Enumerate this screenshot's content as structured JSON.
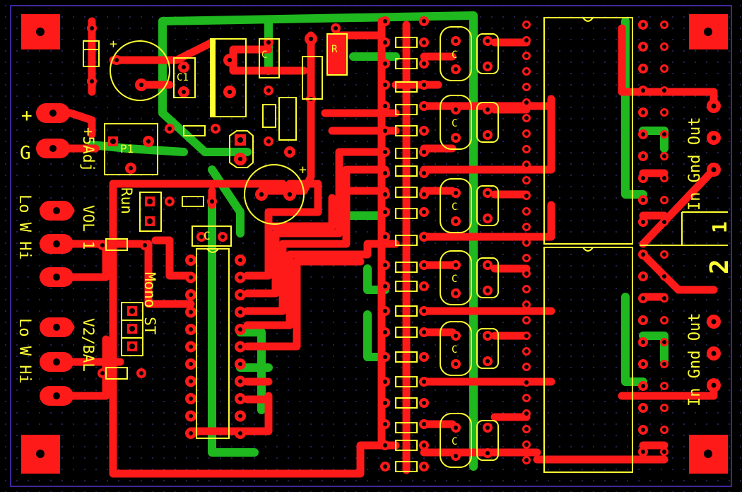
{
  "colors": {
    "background": "#000000",
    "top_copper": "#ff1a1a",
    "bottom_copper": "#1fb81f",
    "silkscreen": "#ffff33",
    "grid_dot": "#3a3a8a",
    "board_outline": "#5533cc"
  },
  "labels": {
    "plus": "+",
    "ground": "G",
    "lo_w_hi_1": "Lo W Hi",
    "lo_w_hi_2": "Lo W Hi",
    "plus5adj": "+5Adj",
    "vol1": "VOL 1",
    "run": "Run",
    "mono_st": "Mono ST",
    "v2bal": "V2/BAL",
    "p1": "P1",
    "c1": "C1",
    "c_top": "C",
    "r_top": "R",
    "c_dip": "C",
    "cap_plus_1": "+",
    "cap_plus_2": "+",
    "in_gnd_out_1": "In Gnd Out",
    "in_gnd_out_2": "In Gnd Out",
    "ch1": "1",
    "ch2": "2",
    "rc_c": "C"
  }
}
